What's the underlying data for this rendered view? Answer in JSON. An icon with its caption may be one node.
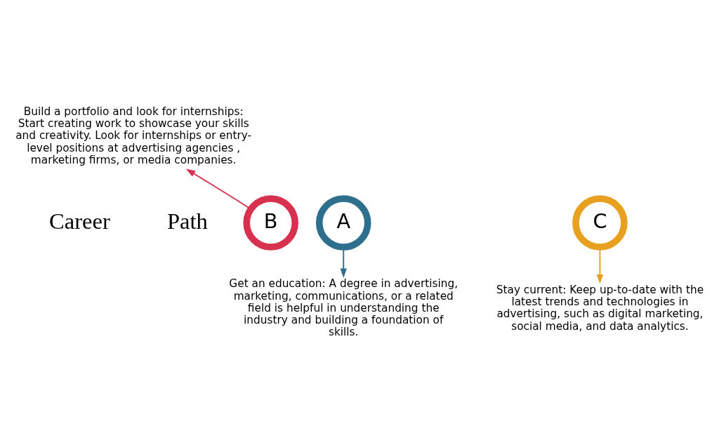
{
  "diagram": {
    "nodes": [
      {
        "text": [
          "Build a portfolio and look for internships: Start creating work to showcase your skills and creativity. Look for internships or entry-level positions at advertising agencies , marketing firms, or media companies."
        ]
      },
      {
        "text": [
          "A"
        ]
      },
      {
        "text": [
          "B"
        ]
      },
      {
        "text": [
          "C"
        ]
      },
      {
        "text": [
          "Get an education: A degree in advertising, marketing, communications, or a related field is helpful in understanding the industry and building a foundation of skills."
        ]
      },
      {
        "text": [
          "Stay current: Keep up-to-date with the latest trends and technologies in advertising, such as digital marketing, social media, and data analytics."
        ]
      }
    ],
    "edges": [
      {
        "from": 2,
        "to": 0,
        "arrow": "to",
        "color": "#d8304f"
      },
      {
        "from": 1,
        "to": 4,
        "arrow": "to",
        "color": "#2e6f8e"
      },
      {
        "from": 3,
        "to": 5,
        "arrow": "to",
        "color": "#e8a020"
      }
    ],
    "labels": [
      "Career",
      "Path"
    ]
  }
}
